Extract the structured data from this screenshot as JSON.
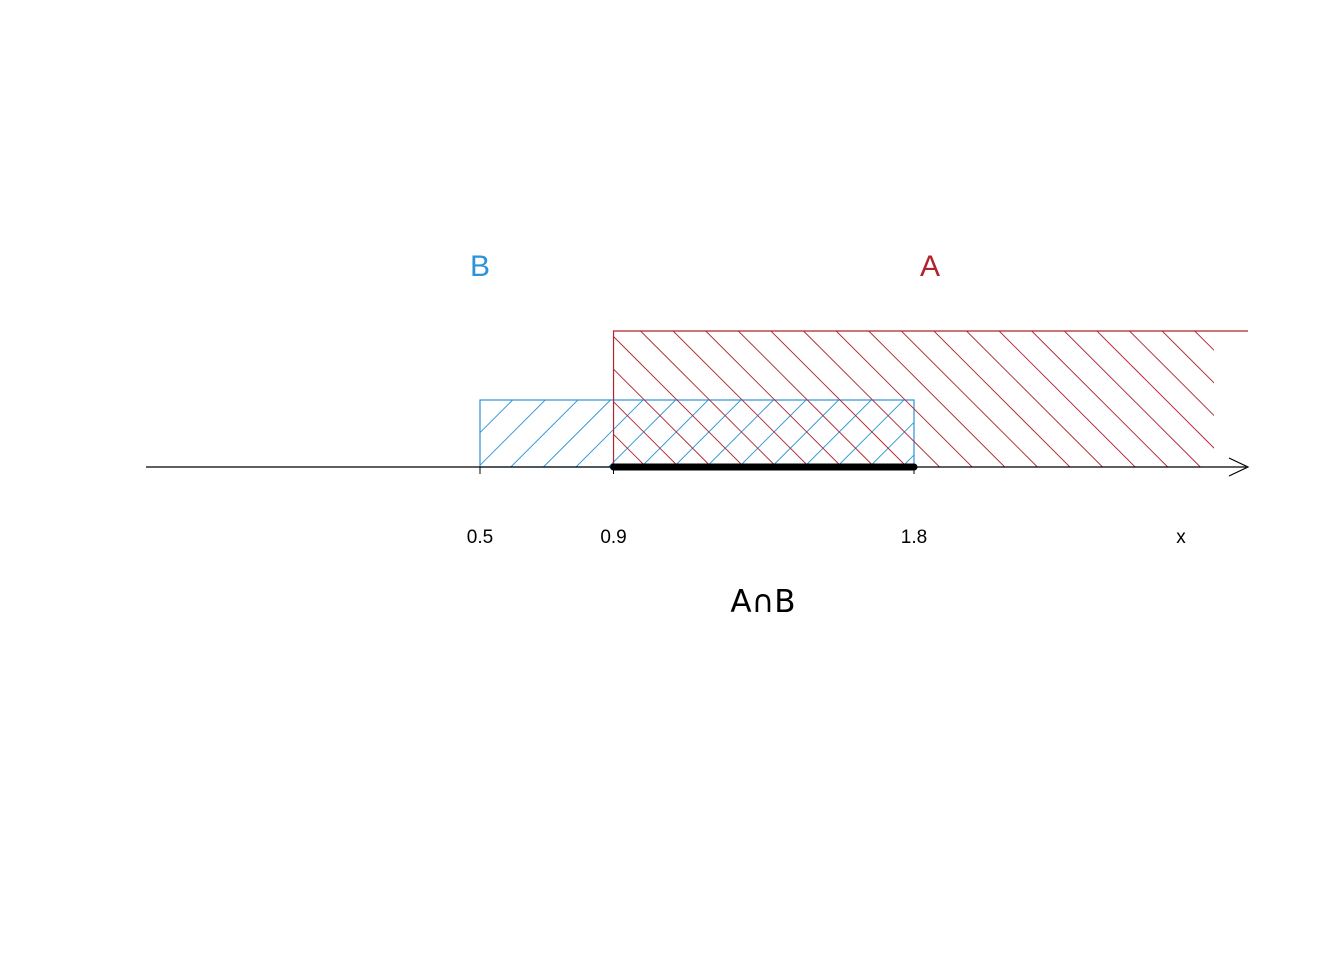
{
  "number_line": {
    "variable_label": "x",
    "tick_values": [
      0.5,
      0.9,
      1.8
    ],
    "tick_labels": [
      "0.5",
      "0.9",
      "1.8"
    ]
  },
  "sets": [
    {
      "id": "B",
      "label": "B",
      "color": "#2B93D9",
      "interval_start": 0.5,
      "interval_end": 1.8,
      "hatch_direction": "forward"
    },
    {
      "id": "A",
      "label": "A",
      "color": "#B0232F",
      "interval_start": 0.9,
      "interval_end": null,
      "unbounded_right": true,
      "hatch_direction": "backward"
    }
  ],
  "intersection": {
    "label": "A∩B",
    "interval_start": 0.9,
    "interval_end": 1.8,
    "color": "#000000"
  }
}
